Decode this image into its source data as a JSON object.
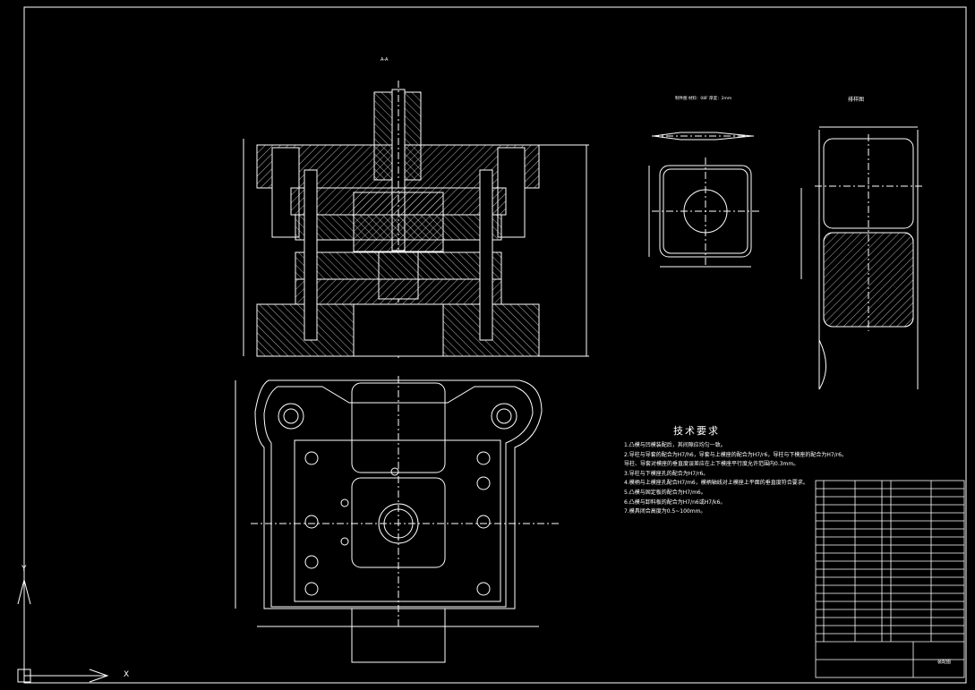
{
  "drawing": {
    "technical_requirements_title": "技术要求",
    "technical_requirements": [
      "1.凸模与凹模装配后，其间隙应均匀一致。",
      "2.导柱与导套的配合为H7/h6，导套与上模座的配合为H7/r6，导柱与下模座的配合为H7/r6。",
      "  导柱、导套对模座的垂直度误差应在上下模座平行度允许范围内0.3mm。",
      "3.导柱与下模座孔的配合为H7/r6。",
      "4.模柄与上模座孔配合H7/m6，模柄轴线对上模座上平面的垂直度符合要求。",
      "5.凸模与固定板的配合为H7/m6。",
      "6.凸模与卸料板的配合为H7/n6或H7/k6。",
      "7.模具闭合高度为0.5~100mm。"
    ],
    "blank_title": "排样图",
    "part_title": "制件图 材料：08F 厚度：2mm",
    "section_label": "A-A",
    "title_block_name": "装配图",
    "ucs_x": "X",
    "ucs_y": "Y"
  },
  "colors": {
    "background": "#000000",
    "line": "#ffffff"
  }
}
